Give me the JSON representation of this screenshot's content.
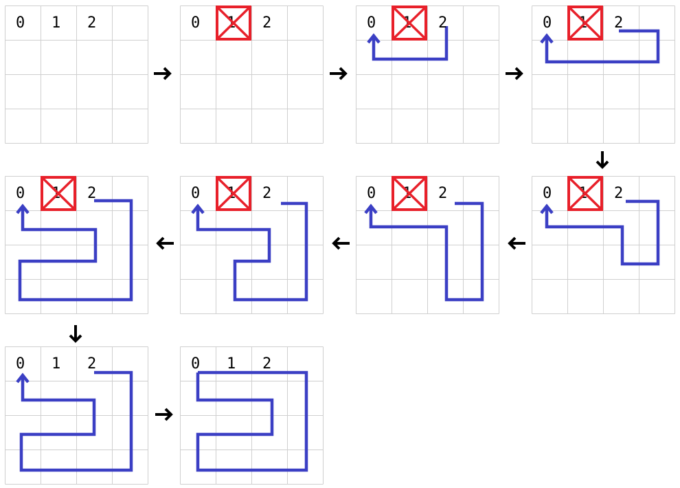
{
  "figure": {
    "column_labels": [
      "0",
      "1",
      "2"
    ],
    "colors": {
      "grid": "#cfcfcf",
      "path": "#3b3fc4",
      "blocked": "#e8202a",
      "arrow": "#000000"
    },
    "panels": [
      {
        "step": 1,
        "blocked_column": null,
        "path_arrowhead": false
      },
      {
        "step": 2,
        "blocked_column": "1",
        "path_arrowhead": false
      },
      {
        "step": 3,
        "blocked_column": "1",
        "path_arrowhead": true
      },
      {
        "step": 4,
        "blocked_column": "1",
        "path_arrowhead": true
      },
      {
        "step": 5,
        "blocked_column": "1",
        "path_arrowhead": true
      },
      {
        "step": 6,
        "blocked_column": "1",
        "path_arrowhead": true
      },
      {
        "step": 7,
        "blocked_column": "1",
        "path_arrowhead": true
      },
      {
        "step": 8,
        "blocked_column": "1",
        "path_arrowhead": true
      },
      {
        "step": 9,
        "blocked_column": null,
        "path_arrowhead": true
      },
      {
        "step": 10,
        "blocked_column": null,
        "path_arrowhead": false
      }
    ],
    "flow_arrow_icon": "arrow-icon"
  }
}
